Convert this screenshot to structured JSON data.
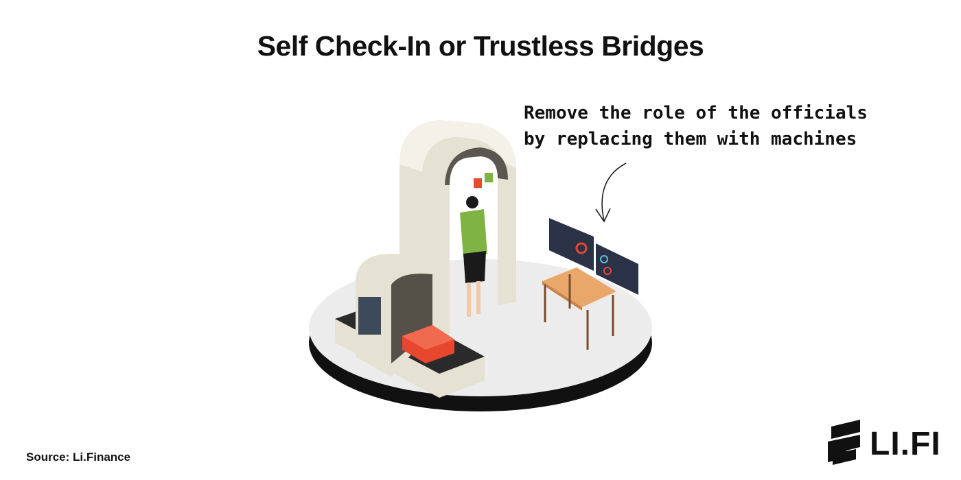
{
  "title": "Self Check-In or Trustless Bridges",
  "annotation": {
    "line1": "Remove the role of the officials",
    "line2": "by replacing them with machines"
  },
  "source": "Source: Li.Finance",
  "logo": {
    "text": "LI.FI"
  },
  "colors": {
    "platform": "#ececec",
    "platform_edge": "#111111",
    "gate": "#e6e2d3",
    "suitcase": "#e8472f",
    "table": "#e9a86a",
    "shirt": "#7fb445",
    "monitor": "#2b3247"
  }
}
